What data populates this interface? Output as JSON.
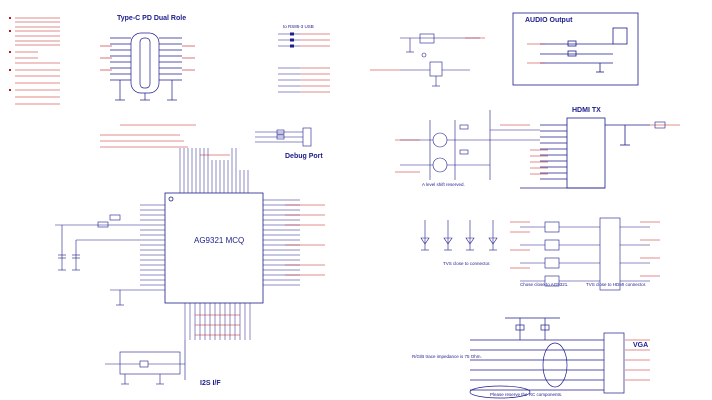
{
  "sections": {
    "typec": "Type-C PD Dual Role",
    "rs": "to RS85-3 USB",
    "audio": "AUDIO Output",
    "hdmi": "HDMI TX",
    "debug": "Debug Port",
    "chip": "AG9321 MCQ",
    "i2s": "I2S I/F",
    "vga": "VGA",
    "level": "A level shift reserved.",
    "tvs": "TVS close to connector.",
    "ag9321": "Chose close to AG9321.",
    "hdmi_conn": "TVS close to HDMI connector.",
    "trace": "R/G/B trace impedance is 75 Ohm.",
    "place": "Please reserve the RC components."
  },
  "colors": {
    "line": "#1c1c8c",
    "net": "#c01818",
    "ic": "#1c1c8c"
  }
}
